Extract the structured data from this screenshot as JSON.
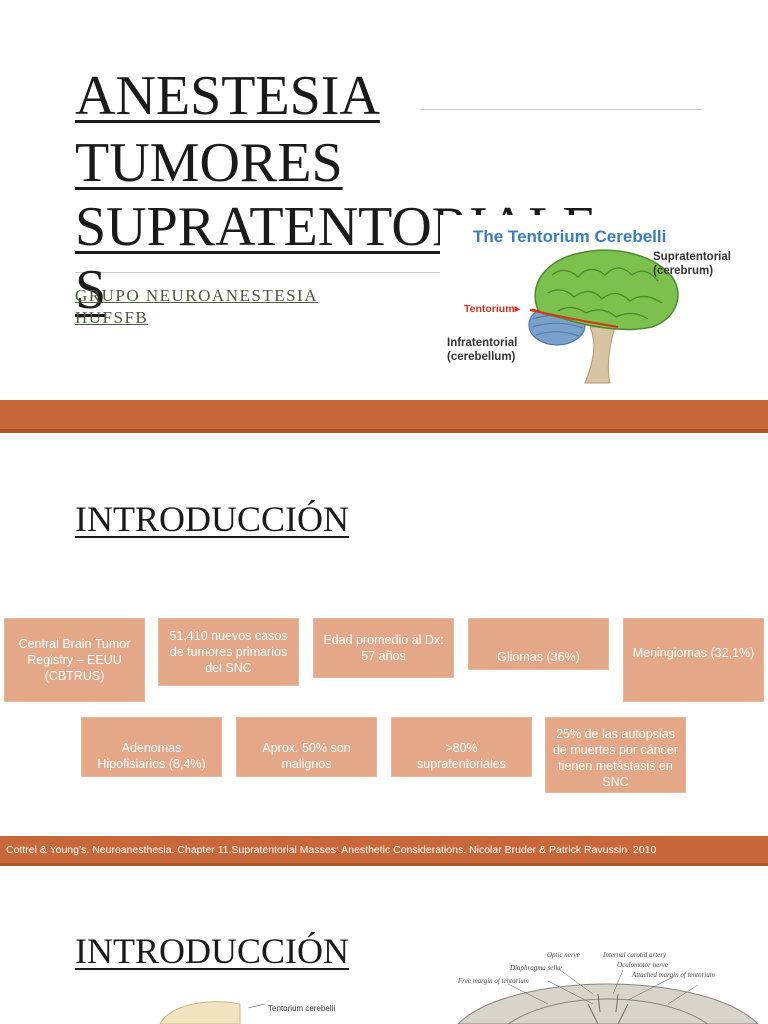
{
  "slide1": {
    "title_lines": [
      "ANESTESIA",
      "TUMORES ",
      "SUPRATENTORIALE",
      "S"
    ],
    "subtitle_lines": [
      "GRUPO NEUROANESTESIA",
      "HUFSFB"
    ],
    "figure": {
      "title": "The Tentorium Cerebelli",
      "label_supra": [
        "Supratentorial",
        "(cerebrum)"
      ],
      "label_tentorium": "Tentorium",
      "label_infra": [
        "Infratentorial",
        "(cerebellum)"
      ]
    }
  },
  "slide2": {
    "heading": "INTRODUCCIÓN",
    "boxes_row1": [
      "Central Brain Tumor Registry – EEUU (CBTRUS)",
      "51,410 nuevos casos de tumores primarios del SNC",
      "Edad promedio al Dx: 57 años",
      "Gliomas (36%)",
      "Meningiomas (32,1%)"
    ],
    "boxes_row2": [
      "Adenomas Hipofisiarios (8,4%)",
      "Aprox. 50% son malignos",
      ">80% supratentoriales",
      "25% de las autopsias de muertes por cáncer tienen metástasis en SNC"
    ],
    "citation": "Cottrel & Young’s. Neuroanesthesia. Chapter 11.Supratentorial Masses: Anesthetic Considerations. Nicolar Bruder & Patrick Ravussin.  2010"
  },
  "slide3": {
    "heading": "INTRODUCCIÓN",
    "figure_left_label": "Tentorium cerebelli",
    "figure_right_labels": {
      "optic_nerve": "Optic nerve",
      "internal_carotid": "Internal carotid artery",
      "oculomotor": "Oculomotor nerve",
      "diaphragma": "Diaphragma sellæ",
      "attached_margin": "Attached margin of tentorium",
      "free_margin": "Free margin of tentorium"
    }
  },
  "colors": {
    "band": "#c8673a",
    "box_fill": "#e4a888",
    "subtitle": "#4a5a3a",
    "figure_title": "#3a7dbd",
    "tentorium_label": "#d9331f"
  }
}
